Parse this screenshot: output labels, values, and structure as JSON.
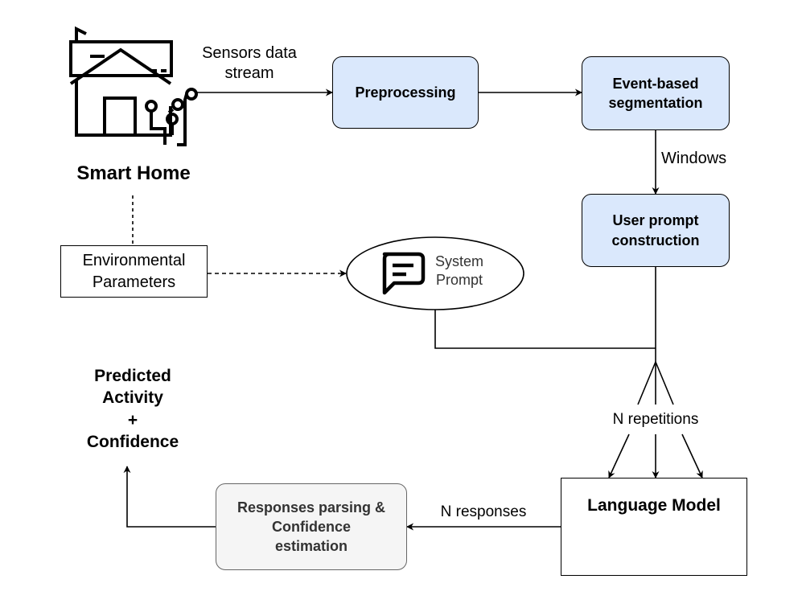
{
  "labels": {
    "sensors_stream": "Sensors data\nstream",
    "windows": "Windows",
    "n_repetitions": "N repetitions",
    "n_responses": "N responses",
    "smart_home": "Smart Home",
    "predicted": "Predicted\nActivity\n+\nConfidence"
  },
  "boxes": {
    "preprocessing": "Preprocessing",
    "segmentation": "Event-based\nsegmentation",
    "user_prompt": "User prompt\nconstruction",
    "env_params": "Environmental\nParameters",
    "system_prompt": "System\nPrompt",
    "language_model": "Language Model",
    "parsing": "Responses parsing &\nConfidence\nestimation"
  },
  "colors": {
    "process_fill": "#dae8fc",
    "parsing_fill": "#f5f5f5",
    "parsing_border": "#666666",
    "anthropic_ink": "#000000",
    "mistral_dark_red": "#b51c16",
    "mistral_red": "#f0391d",
    "mistral_orange": "#f97620",
    "mistral_amber": "#ffaf02",
    "mistral_yellow": "#ffd800"
  },
  "icons": [
    "smart-home-circuit-icon",
    "chat-message-icon",
    "openai-logo-icon",
    "llama-logo-icon",
    "anthropic-logo-icon",
    "mistral-logo-icon"
  ]
}
